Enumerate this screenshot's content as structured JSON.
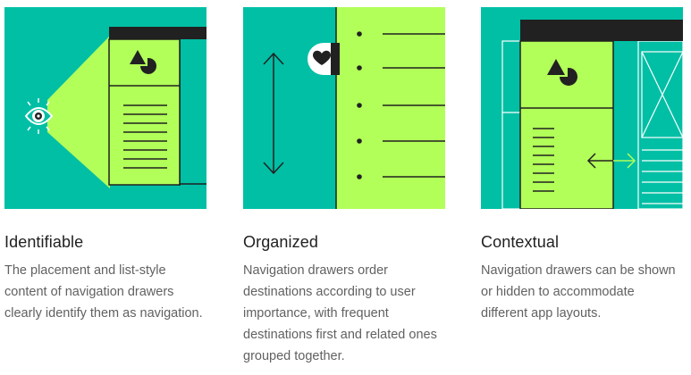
{
  "theme": {
    "teal": "#00BFA5",
    "lime": "#B2FF59",
    "dark": "#212121",
    "white": "#FFFFFF",
    "title_color": "#212121",
    "text_color": "#616161"
  },
  "cards": [
    {
      "title": "Identifiable",
      "description": "The placement and list-style content of navigation drawers clearly identify them as navigation.",
      "icons": [
        "eye-icon",
        "shapes-icon",
        "list-lines-icon"
      ]
    },
    {
      "title": "Organized",
      "description": "Navigation drawers order destinations according to user importance, with frequent destinations first and related ones grouped together.",
      "icons": [
        "double-arrow-vertical-icon",
        "heart-icon",
        "bulleted-list-icon"
      ]
    },
    {
      "title": "Contextual",
      "description": "Navigation drawers can be shown or hidden to accommodate different app layouts.",
      "icons": [
        "shapes-icon",
        "image-placeholder-icon",
        "double-arrow-horizontal-icon",
        "list-lines-icon"
      ]
    }
  ]
}
